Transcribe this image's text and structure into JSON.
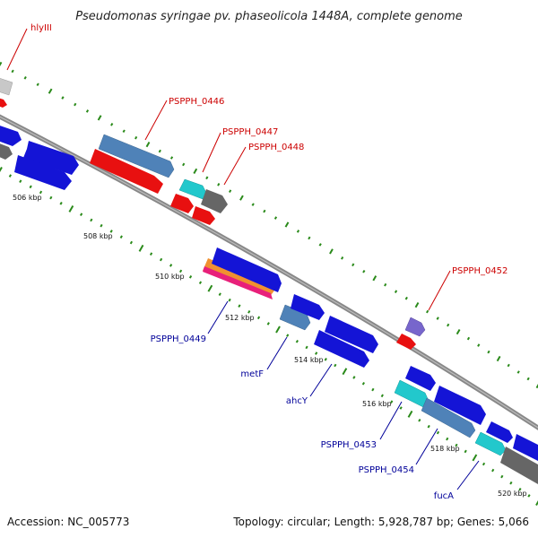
{
  "title": "Pseudomonas syringae pv. phaseolicola 1448A, complete genome",
  "footer": {
    "accession": "Accession: NC_005773",
    "summary": "Topology: circular; Length: 5,928,787 bp; Genes: 5,066"
  },
  "ticks": [
    "506 kbp",
    "508 kbp",
    "510 kbp",
    "512 kbp",
    "514 kbp",
    "516 kbp",
    "518 kbp",
    "520 kbp"
  ],
  "labels": {
    "outer": [
      "hlyIII",
      "PSPPH_0446",
      "PSPPH_0447",
      "PSPPH_0448",
      "PSPPH_0452"
    ],
    "inner": [
      "PSPPH_0449",
      "metF",
      "ahcY",
      "PSPPH_0453",
      "PSPPH_0454",
      "fucA"
    ]
  },
  "colors": {
    "outer_label": "#cc0000",
    "inner_label": "#000099",
    "gene_blue": "#1414d6",
    "gene_red": "#e81010",
    "gene_steel": "#4f82b8",
    "gene_cyan": "#22c8cc",
    "gene_gray": "#666666",
    "gene_light_gray": "#c8c8c8",
    "gene_violet": "#7766cc",
    "gene_pink": "#e8207a",
    "gene_orange": "#f09030",
    "backbone": "#888888",
    "ruler": "#2a8a1a"
  }
}
